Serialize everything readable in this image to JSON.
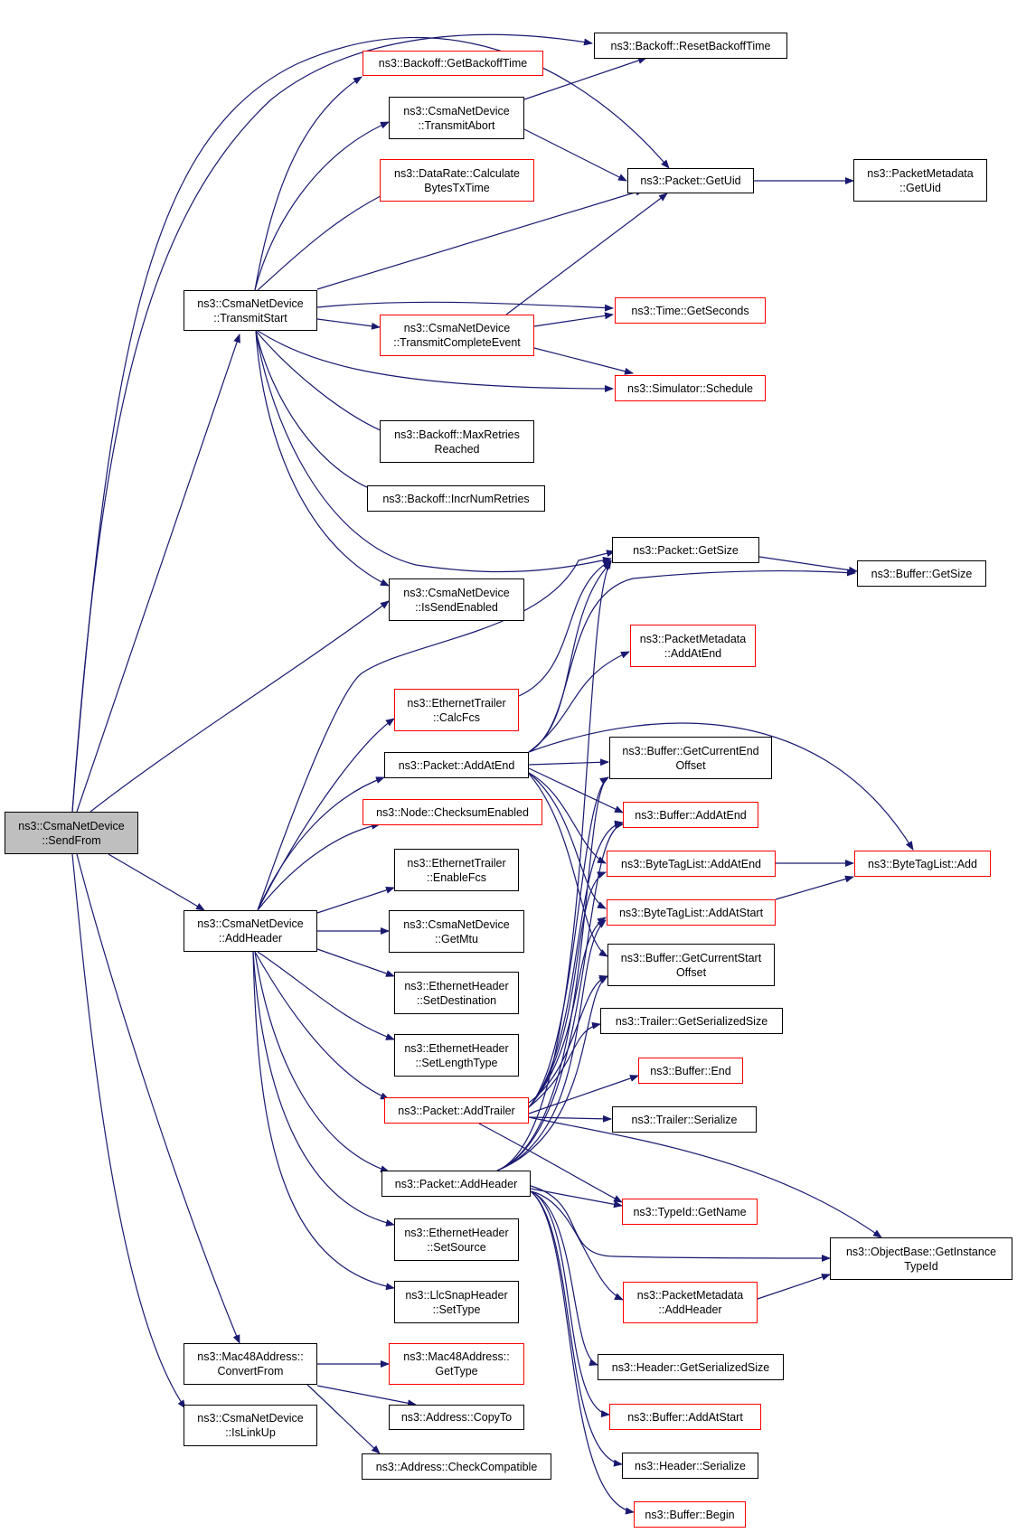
{
  "colors": {
    "edge": "#191970",
    "node_border": "#000000",
    "truncated_border": "#ff0000",
    "focus_fill": "#bfbfbf"
  },
  "nodes": {
    "send_from": {
      "lines": [
        "ns3::CsmaNetDevice",
        "::SendFrom"
      ]
    },
    "transmit_start": {
      "lines": [
        "ns3::CsmaNetDevice",
        "::TransmitStart"
      ]
    },
    "add_header_dev": {
      "lines": [
        "ns3::CsmaNetDevice",
        "::AddHeader"
      ]
    },
    "mac48_convert": {
      "lines": [
        "ns3::Mac48Address::",
        "ConvertFrom"
      ]
    },
    "is_link_up": {
      "lines": [
        "ns3::CsmaNetDevice",
        "::IsLinkUp"
      ]
    },
    "backoff_get_time": {
      "lines": [
        "ns3::Backoff::GetBackoffTime"
      ]
    },
    "transmit_abort": {
      "lines": [
        "ns3::CsmaNetDevice",
        "::TransmitAbort"
      ]
    },
    "datarate_calc": {
      "lines": [
        "ns3::DataRate::Calculate",
        "BytesTxTime"
      ]
    },
    "transmit_complete": {
      "lines": [
        "ns3::CsmaNetDevice",
        "::TransmitCompleteEvent"
      ]
    },
    "backoff_max_retries": {
      "lines": [
        "ns3::Backoff::MaxRetries",
        "Reached"
      ]
    },
    "backoff_incr": {
      "lines": [
        "ns3::Backoff::IncrNumRetries"
      ]
    },
    "is_send_enabled": {
      "lines": [
        "ns3::CsmaNetDevice",
        "::IsSendEnabled"
      ]
    },
    "eth_trailer_calc": {
      "lines": [
        "ns3::EthernetTrailer",
        "::CalcFcs"
      ]
    },
    "packet_add_at_end": {
      "lines": [
        "ns3::Packet::AddAtEnd"
      ]
    },
    "node_checksum": {
      "lines": [
        "ns3::Node::ChecksumEnabled"
      ]
    },
    "eth_trailer_enable": {
      "lines": [
        "ns3::EthernetTrailer",
        "::EnableFcs"
      ]
    },
    "csma_get_mtu": {
      "lines": [
        "ns3::CsmaNetDevice",
        "::GetMtu"
      ]
    },
    "eth_header_set_dest": {
      "lines": [
        "ns3::EthernetHeader",
        "::SetDestination"
      ]
    },
    "eth_header_set_len": {
      "lines": [
        "ns3::EthernetHeader",
        "::SetLengthType"
      ]
    },
    "packet_add_trailer": {
      "lines": [
        "ns3::Packet::AddTrailer"
      ]
    },
    "packet_add_header": {
      "lines": [
        "ns3::Packet::AddHeader"
      ]
    },
    "eth_header_set_src": {
      "lines": [
        "ns3::EthernetHeader",
        "::SetSource"
      ]
    },
    "llc_snap_set_type": {
      "lines": [
        "ns3::LlcSnapHeader",
        "::SetType"
      ]
    },
    "mac48_get_type": {
      "lines": [
        "ns3::Mac48Address::",
        "GetType"
      ]
    },
    "address_copy_to": {
      "lines": [
        "ns3::Address::CopyTo"
      ]
    },
    "address_check": {
      "lines": [
        "ns3::Address::CheckCompatible"
      ]
    },
    "backoff_reset": {
      "lines": [
        "ns3::Backoff::ResetBackoffTime"
      ]
    },
    "packet_get_uid": {
      "lines": [
        "ns3::Packet::GetUid"
      ]
    },
    "time_get_seconds": {
      "lines": [
        "ns3::Time::GetSeconds"
      ]
    },
    "simulator_schedule": {
      "lines": [
        "ns3::Simulator::Schedule"
      ]
    },
    "packet_get_size": {
      "lines": [
        "ns3::Packet::GetSize"
      ]
    },
    "pm_add_at_end": {
      "lines": [
        "ns3::PacketMetadata",
        "::AddAtEnd"
      ]
    },
    "buffer_get_current_end": {
      "lines": [
        "ns3::Buffer::GetCurrentEnd",
        "Offset"
      ]
    },
    "buffer_add_at_end": {
      "lines": [
        "ns3::Buffer::AddAtEnd"
      ]
    },
    "bytetag_add_at_end": {
      "lines": [
        "ns3::ByteTagList::AddAtEnd"
      ]
    },
    "bytetag_add_at_start": {
      "lines": [
        "ns3::ByteTagList::AddAtStart"
      ]
    },
    "buffer_get_current_start": {
      "lines": [
        "ns3::Buffer::GetCurrentStart",
        "Offset"
      ]
    },
    "trailer_get_size": {
      "lines": [
        "ns3::Trailer::GetSerializedSize"
      ]
    },
    "buffer_end": {
      "lines": [
        "ns3::Buffer::End"
      ]
    },
    "trailer_serialize": {
      "lines": [
        "ns3::Trailer::Serialize"
      ]
    },
    "typeid_get_name": {
      "lines": [
        "ns3::TypeId::GetName"
      ]
    },
    "pm_add_header": {
      "lines": [
        "ns3::PacketMetadata",
        "::AddHeader"
      ]
    },
    "header_get_size": {
      "lines": [
        "ns3::Header::GetSerializedSize"
      ]
    },
    "buffer_add_at_start": {
      "lines": [
        "ns3::Buffer::AddAtStart"
      ]
    },
    "header_serialize": {
      "lines": [
        "ns3::Header::Serialize"
      ]
    },
    "buffer_begin": {
      "lines": [
        "ns3::Buffer::Begin"
      ]
    },
    "pm_get_uid": {
      "lines": [
        "ns3::PacketMetadata",
        "::GetUid"
      ]
    },
    "buffer_get_size": {
      "lines": [
        "ns3::Buffer::GetSize"
      ]
    },
    "bytetag_add": {
      "lines": [
        "ns3::ByteTagList::Add"
      ]
    },
    "objectbase_get_typeid": {
      "lines": [
        "ns3::ObjectBase::GetInstance",
        "TypeId"
      ]
    }
  }
}
